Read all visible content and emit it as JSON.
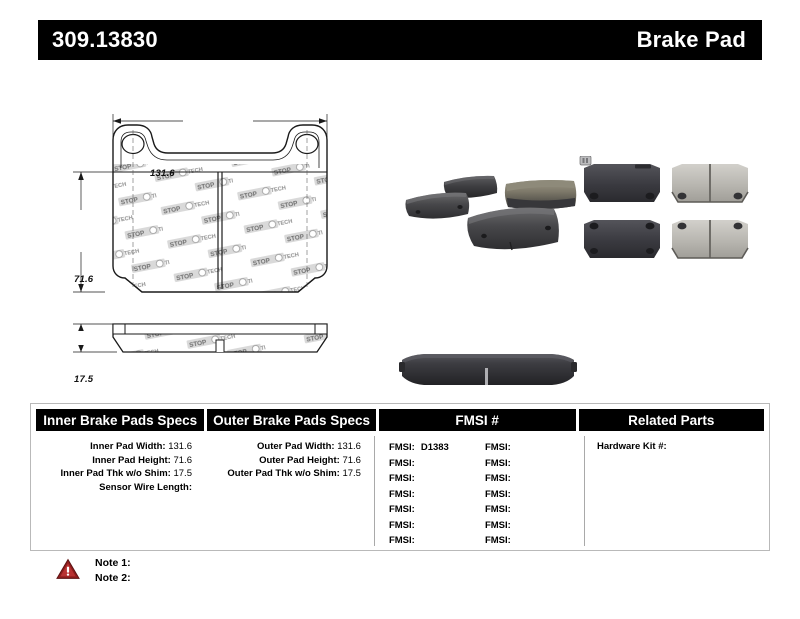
{
  "header": {
    "part_number": "309.13830",
    "product_type": "Brake Pad"
  },
  "drawing": {
    "dim_width": "131.6",
    "dim_height": "71.6",
    "dim_thickness": "17.5",
    "watermark_text": "STOPTECH",
    "views": {
      "front_view": "brake-pad-front-view",
      "side_view": "brake-pad-side-profile-view"
    }
  },
  "photos": {
    "angled_group_caption": "four-brake-pads-angled",
    "pairs_group_caption": "brake-pad-front-and-back-pairs",
    "edge_view_caption": "brake-pad-edge-view"
  },
  "spec_table": {
    "columns": [
      {
        "header": "Inner Brake Pads Specs"
      },
      {
        "header": "Outer Brake Pads Specs"
      },
      {
        "header": "FMSI #"
      },
      {
        "header": "Related Parts"
      }
    ],
    "inner_specs": [
      {
        "label": "Inner Pad Width:",
        "value": "131.6"
      },
      {
        "label": "Inner Pad Height:",
        "value": "71.6"
      },
      {
        "label": "Inner Pad Thk w/o Shim:",
        "value": "17.5"
      },
      {
        "label": "Sensor Wire Length:",
        "value": ""
      }
    ],
    "outer_specs": [
      {
        "label": "Outer Pad Width:",
        "value": "131.6"
      },
      {
        "label": "Outer Pad Height:",
        "value": "71.6"
      },
      {
        "label": "Outer Pad Thk w/o Shim:",
        "value": "17.5"
      }
    ],
    "fmsi_left": [
      {
        "label": "FMSI:",
        "value": "D1383"
      },
      {
        "label": "FMSI:",
        "value": ""
      },
      {
        "label": "FMSI:",
        "value": ""
      },
      {
        "label": "FMSI:",
        "value": ""
      },
      {
        "label": "FMSI:",
        "value": ""
      },
      {
        "label": "FMSI:",
        "value": ""
      },
      {
        "label": "FMSI:",
        "value": ""
      }
    ],
    "fmsi_right": [
      {
        "label": "FMSI:",
        "value": ""
      },
      {
        "label": "FMSI:",
        "value": ""
      },
      {
        "label": "FMSI:",
        "value": ""
      },
      {
        "label": "FMSI:",
        "value": ""
      },
      {
        "label": "FMSI:",
        "value": ""
      },
      {
        "label": "FMSI:",
        "value": ""
      },
      {
        "label": "FMSI:",
        "value": ""
      }
    ],
    "related_parts": [
      {
        "label": "Hardware Kit #:",
        "value": ""
      }
    ]
  },
  "notes": {
    "icon": "warning-triangle-icon",
    "lines": [
      "Note 1:",
      "Note 2:"
    ]
  },
  "colors": {
    "header_bg": "#000000",
    "header_text": "#ffffff",
    "warning_red": "#9e2020",
    "table_border": "#b9b9b9",
    "drawing_line": "#1a1a1a"
  }
}
